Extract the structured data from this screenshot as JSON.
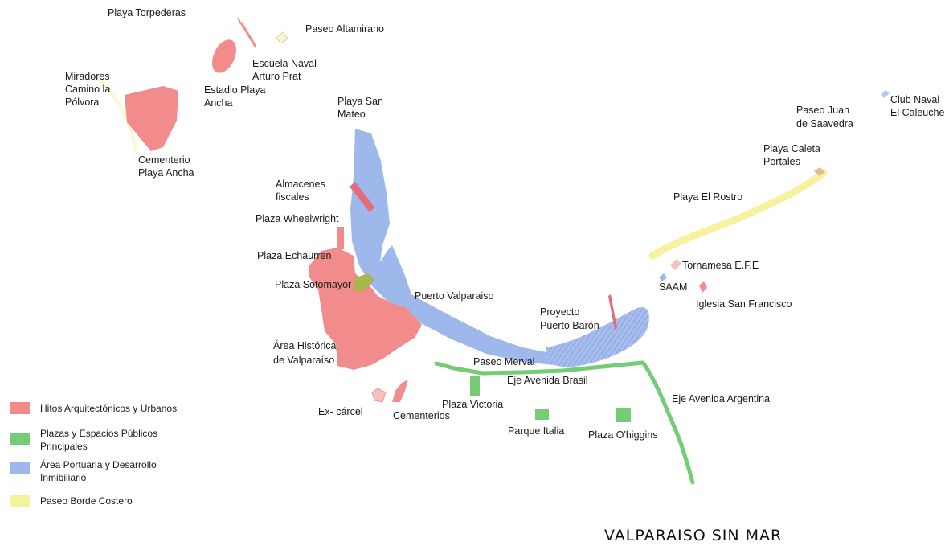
{
  "title": "VALPARAISO SIN MAR",
  "colors": {
    "hitos": "#f28c8c",
    "hitos_dark": "#e46c78",
    "plazas": "#74cc74",
    "portuaria": "#9fb8ec",
    "portuaria_stripe": "#7f9ce0",
    "costero": "#f6f2a0",
    "olive": "#a6b84a"
  },
  "legend": [
    {
      "key": "hitos",
      "label_lines": [
        "Hitos Arquitectónicos y Urbanos"
      ]
    },
    {
      "key": "plazas",
      "label_lines": [
        "Plazas y Espacios Públicos",
        "Principales"
      ]
    },
    {
      "key": "portuaria",
      "label_lines": [
        "Área Portuaria y Desarrollo",
        "Inmibiliario"
      ]
    },
    {
      "key": "costero",
      "label_lines": [
        "Paseo Borde Costero"
      ]
    }
  ],
  "labels": [
    {
      "name": "playa-torpederas",
      "lines": [
        "Playa Torpederas"
      ]
    },
    {
      "name": "paseo-altamirano",
      "lines": [
        "Paseo Altamirano"
      ]
    },
    {
      "name": "escuela-naval",
      "lines": [
        "Escuela Naval",
        "Arturo Prat"
      ]
    },
    {
      "name": "miradores",
      "lines": [
        "Miradores",
        "Camino la",
        "Pólvora"
      ]
    },
    {
      "name": "estadio",
      "lines": [
        "Estadio Playa",
        "Ancha"
      ]
    },
    {
      "name": "cementerio-playa-ancha",
      "lines": [
        "Cementerio",
        "Playa Ancha"
      ]
    },
    {
      "name": "playa-san-mateo",
      "lines": [
        "Playa San",
        "Mateo"
      ]
    },
    {
      "name": "almacenes",
      "lines": [
        "Almacenes",
        "fiscales"
      ]
    },
    {
      "name": "plaza-wheelwright",
      "lines": [
        "Plaza Wheelwright"
      ]
    },
    {
      "name": "plaza-echaurren",
      "lines": [
        "Plaza Echaurren"
      ]
    },
    {
      "name": "plaza-sotomayor",
      "lines": [
        "Plaza Sotomayor"
      ]
    },
    {
      "name": "puerto-valparaiso",
      "lines": [
        "Puerto Valparaiso"
      ]
    },
    {
      "name": "area-historica",
      "lines": [
        "Área Histórica",
        "de Valparaíso"
      ]
    },
    {
      "name": "proyecto-puerto-baron",
      "lines": [
        "Proyecto",
        "Puerto Barón"
      ]
    },
    {
      "name": "paseo-merval",
      "lines": [
        "Paseo Merval"
      ]
    },
    {
      "name": "eje-avenida-brasil",
      "lines": [
        "Eje Avenida Brasil"
      ]
    },
    {
      "name": "eje-avenida-argentina",
      "lines": [
        "Eje Avenida Argentina"
      ]
    },
    {
      "name": "ex-carcel",
      "lines": [
        "Ex- cárcel"
      ]
    },
    {
      "name": "cementerios",
      "lines": [
        "Cementerios"
      ]
    },
    {
      "name": "plaza-victoria",
      "lines": [
        "Plaza Victoria"
      ]
    },
    {
      "name": "parque-italia",
      "lines": [
        "Parque Italia"
      ]
    },
    {
      "name": "plaza-ohiggins",
      "lines": [
        "Plaza O'higgins"
      ]
    },
    {
      "name": "tornamesa",
      "lines": [
        "Tornamesa E.F.E"
      ]
    },
    {
      "name": "saam",
      "lines": [
        "SAAM"
      ]
    },
    {
      "name": "iglesia-san-francisco",
      "lines": [
        "Iglesia San Francisco"
      ]
    },
    {
      "name": "playa-el-rostro",
      "lines": [
        "Playa El Rostro"
      ]
    },
    {
      "name": "playa-caleta-portales",
      "lines": [
        "Playa Caleta",
        "Portales"
      ]
    },
    {
      "name": "paseo-juan-de-saavedra",
      "lines": [
        "Paseo Juan",
        "de Saavedra"
      ]
    },
    {
      "name": "club-naval",
      "lines": [
        "Club Naval",
        "El Caleuche"
      ]
    }
  ]
}
